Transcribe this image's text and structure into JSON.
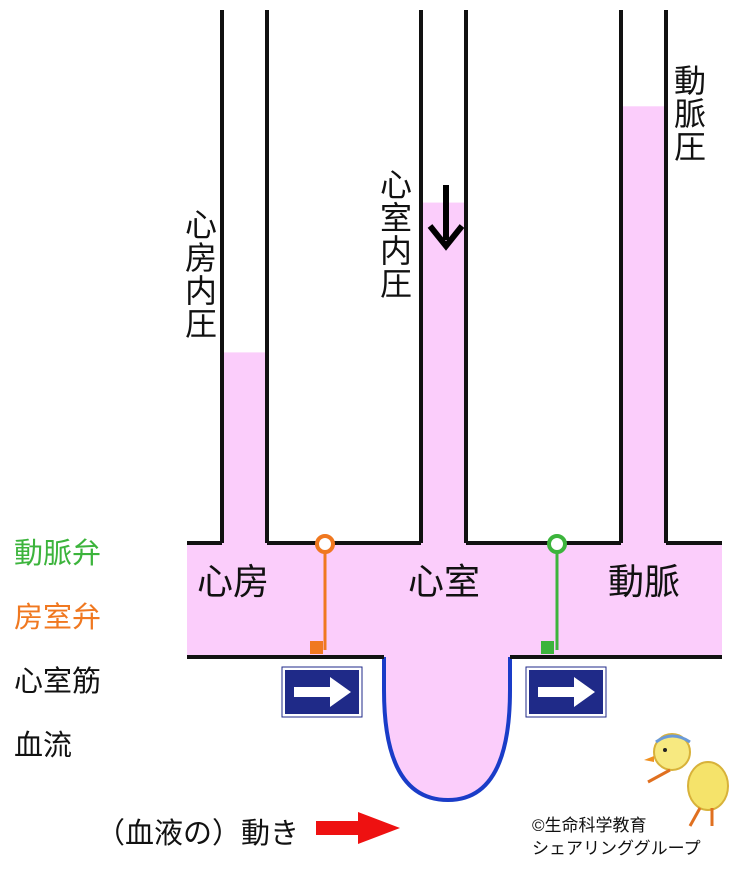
{
  "colors": {
    "blood": "#fbcdfb",
    "wall": "#111111",
    "aortic_valve": "#3cb43c",
    "av_valve": "#f07820",
    "muscle_outline": "#1a3cc8",
    "sign_blue": "#1f2a88",
    "arrow_red": "#ee1111"
  },
  "pressure_columns": {
    "atrial": {
      "label": "心房内圧",
      "fill_level": 0.36
    },
    "ventricular": {
      "label": "心室内圧",
      "fill_level": 0.64
    },
    "arterial": {
      "label": "動脈圧",
      "fill_level": 0.82
    }
  },
  "chambers": {
    "atrium": "心房",
    "ventricle": "心室",
    "artery": "動脈"
  },
  "legend": {
    "aortic_valve": "動脈弁",
    "av_valve": "房室弁",
    "ventricular_muscle": "心室筋",
    "blood_flow": "血流"
  },
  "motion_label": "（血液の）動き",
  "credit": {
    "line1": "©生命科学教育",
    "line2": "シェアリンググループ"
  }
}
